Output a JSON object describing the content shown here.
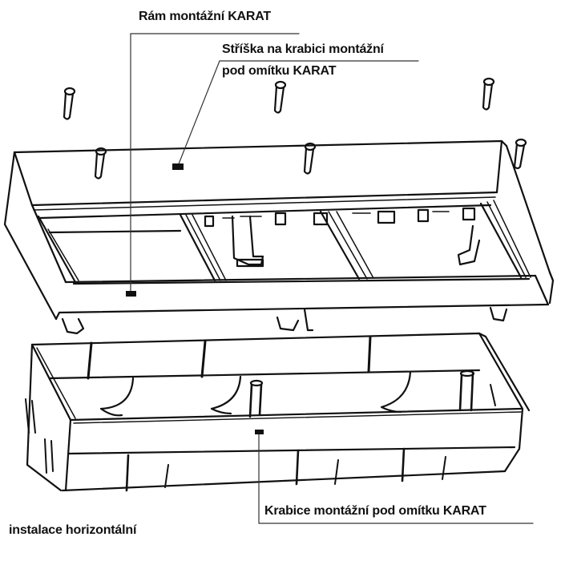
{
  "diagram": {
    "type": "exploded-assembly-drawing",
    "orientation_note": "instalace horizontální",
    "labels": {
      "frame": "Rám montážní KARAT",
      "roof_line1": "Stříška na krabici montážní",
      "roof_line2": "pod omítku KARAT",
      "box": "Krabice montážní pod omítku KARAT",
      "installation": "instalace horizontální"
    },
    "parts": [
      {
        "id": "screws",
        "name": "screw",
        "count": 6
      },
      {
        "id": "frame",
        "name": "Rám montážní KARAT",
        "modules": 3
      },
      {
        "id": "roof",
        "name": "Stříška na krabici montážní pod omítku KARAT"
      },
      {
        "id": "box",
        "name": "Krabice montážní pod omítku KARAT",
        "compartments": 3
      }
    ],
    "colors": {
      "line": "#111111",
      "background": "#ffffff",
      "leader": "#333333"
    }
  }
}
